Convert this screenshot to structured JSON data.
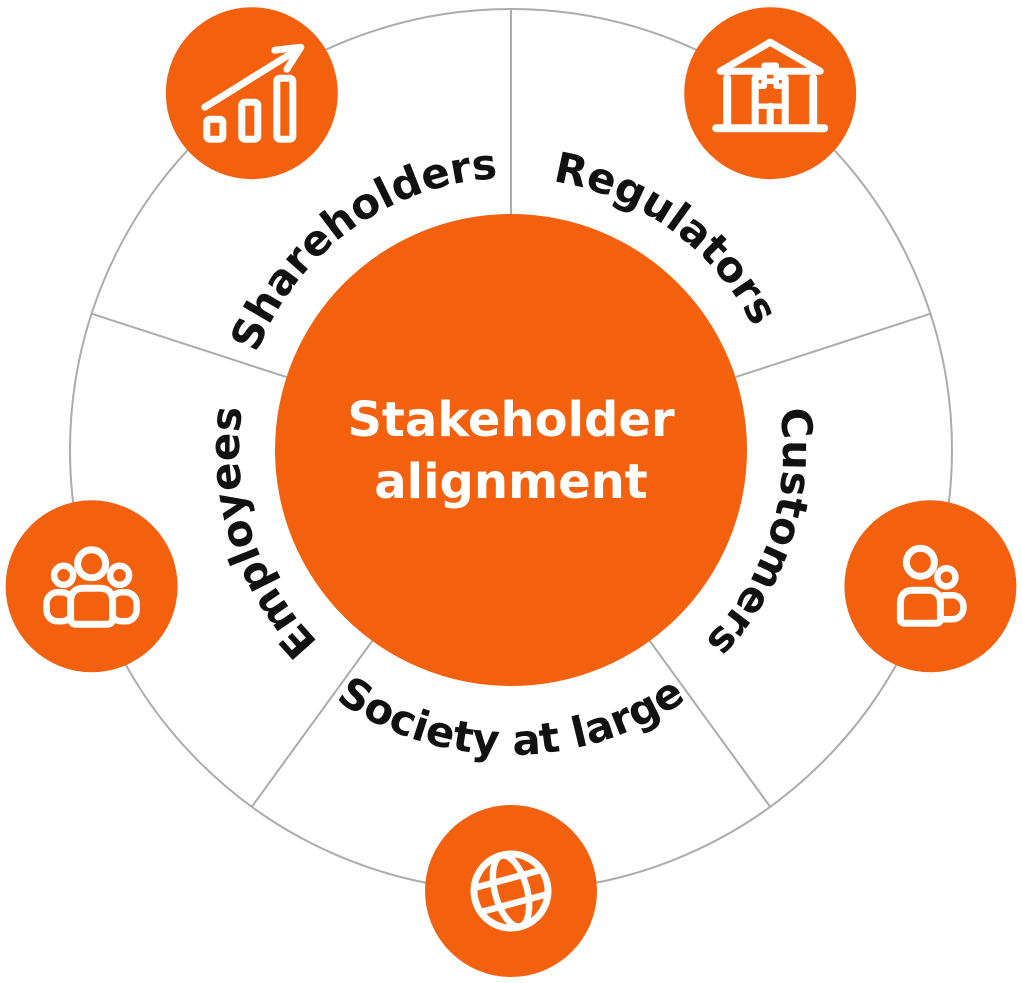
{
  "diagram": {
    "center": {
      "line1": "Stakeholder",
      "line2": "alignment"
    },
    "segments": [
      {
        "id": "shareholders",
        "label": "Shareholders",
        "icon": "trend-chart-icon"
      },
      {
        "id": "regulators",
        "label": "Regulators",
        "icon": "bank-icon"
      },
      {
        "id": "customers",
        "label": "Customers",
        "icon": "two-people-icon"
      },
      {
        "id": "society",
        "label": "Society at large",
        "icon": "globe-icon"
      },
      {
        "id": "employees",
        "label": "Employees",
        "icon": "three-people-icon"
      }
    ],
    "colors": {
      "accent_orange": "#F3600E",
      "ring_line": "#ACACAC",
      "label_text": "#111111",
      "center_text": "#FFFFFF",
      "background": "#FFFFFF"
    }
  }
}
